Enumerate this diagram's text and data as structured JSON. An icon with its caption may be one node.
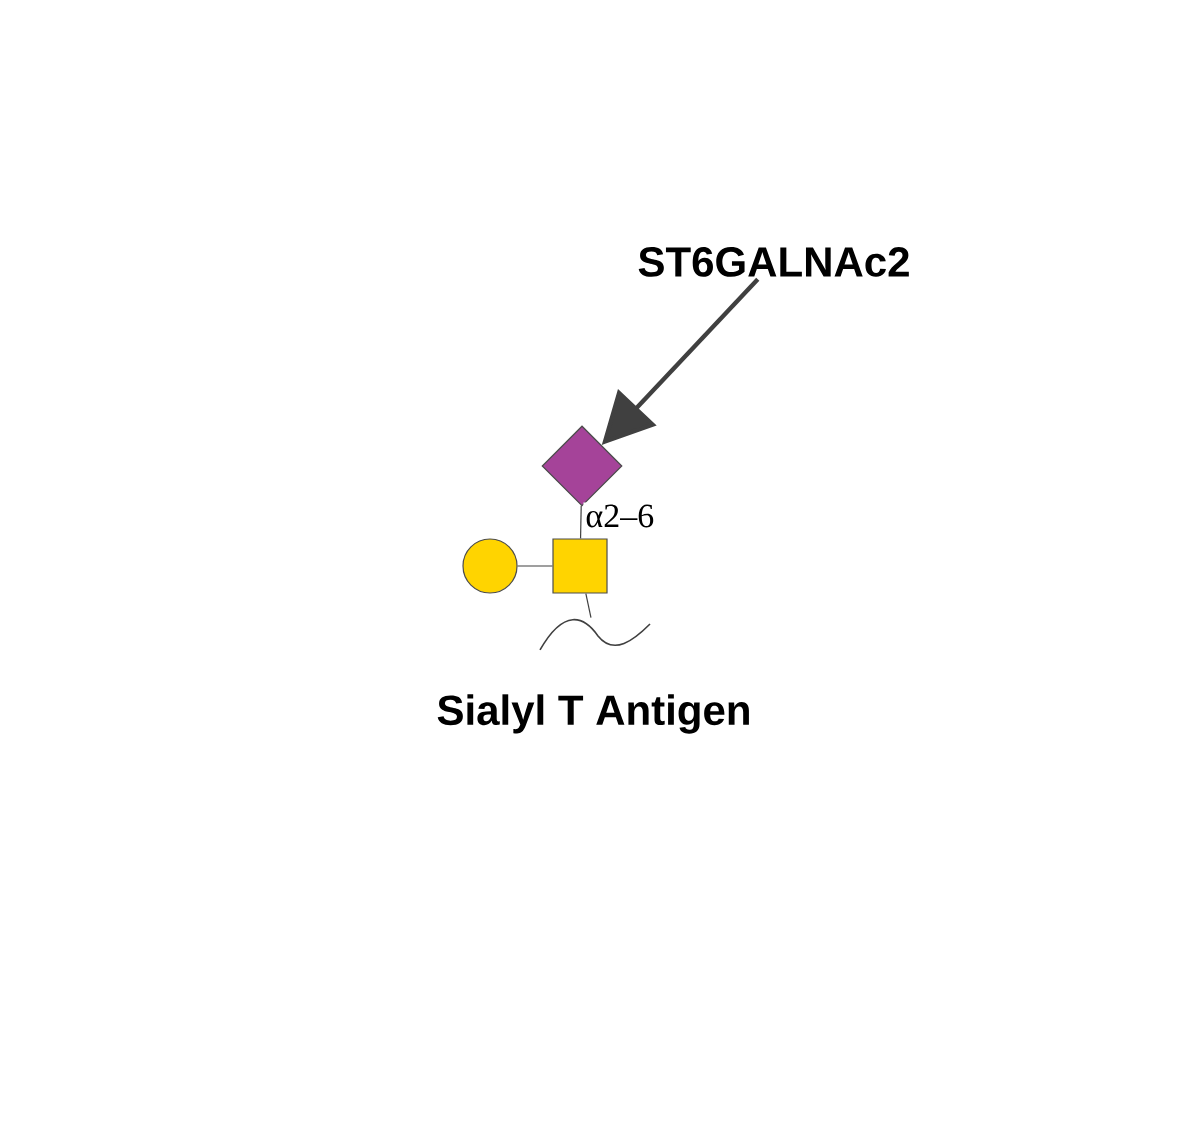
{
  "diagram": {
    "caption": "Sialyl T Antigen",
    "nodes": [
      {
        "text": [
          "ST6GALNAc2"
        ]
      },
      {
        "text": [],
        "shape": "diamond"
      },
      {
        "text": [],
        "shape": "circle"
      },
      {
        "text": [],
        "shape": "box"
      },
      {
        "text": [],
        "shape": "line"
      }
    ],
    "edges": [
      {
        "from": 0,
        "to": 1,
        "arrow": "to",
        "style": "thick"
      },
      {
        "from": 1,
        "to": 3,
        "arrow": "none",
        "label": "α2–6"
      },
      {
        "from": 2,
        "to": 3,
        "arrow": "none"
      },
      {
        "from": 3,
        "to": 4,
        "arrow": "none"
      }
    ]
  }
}
